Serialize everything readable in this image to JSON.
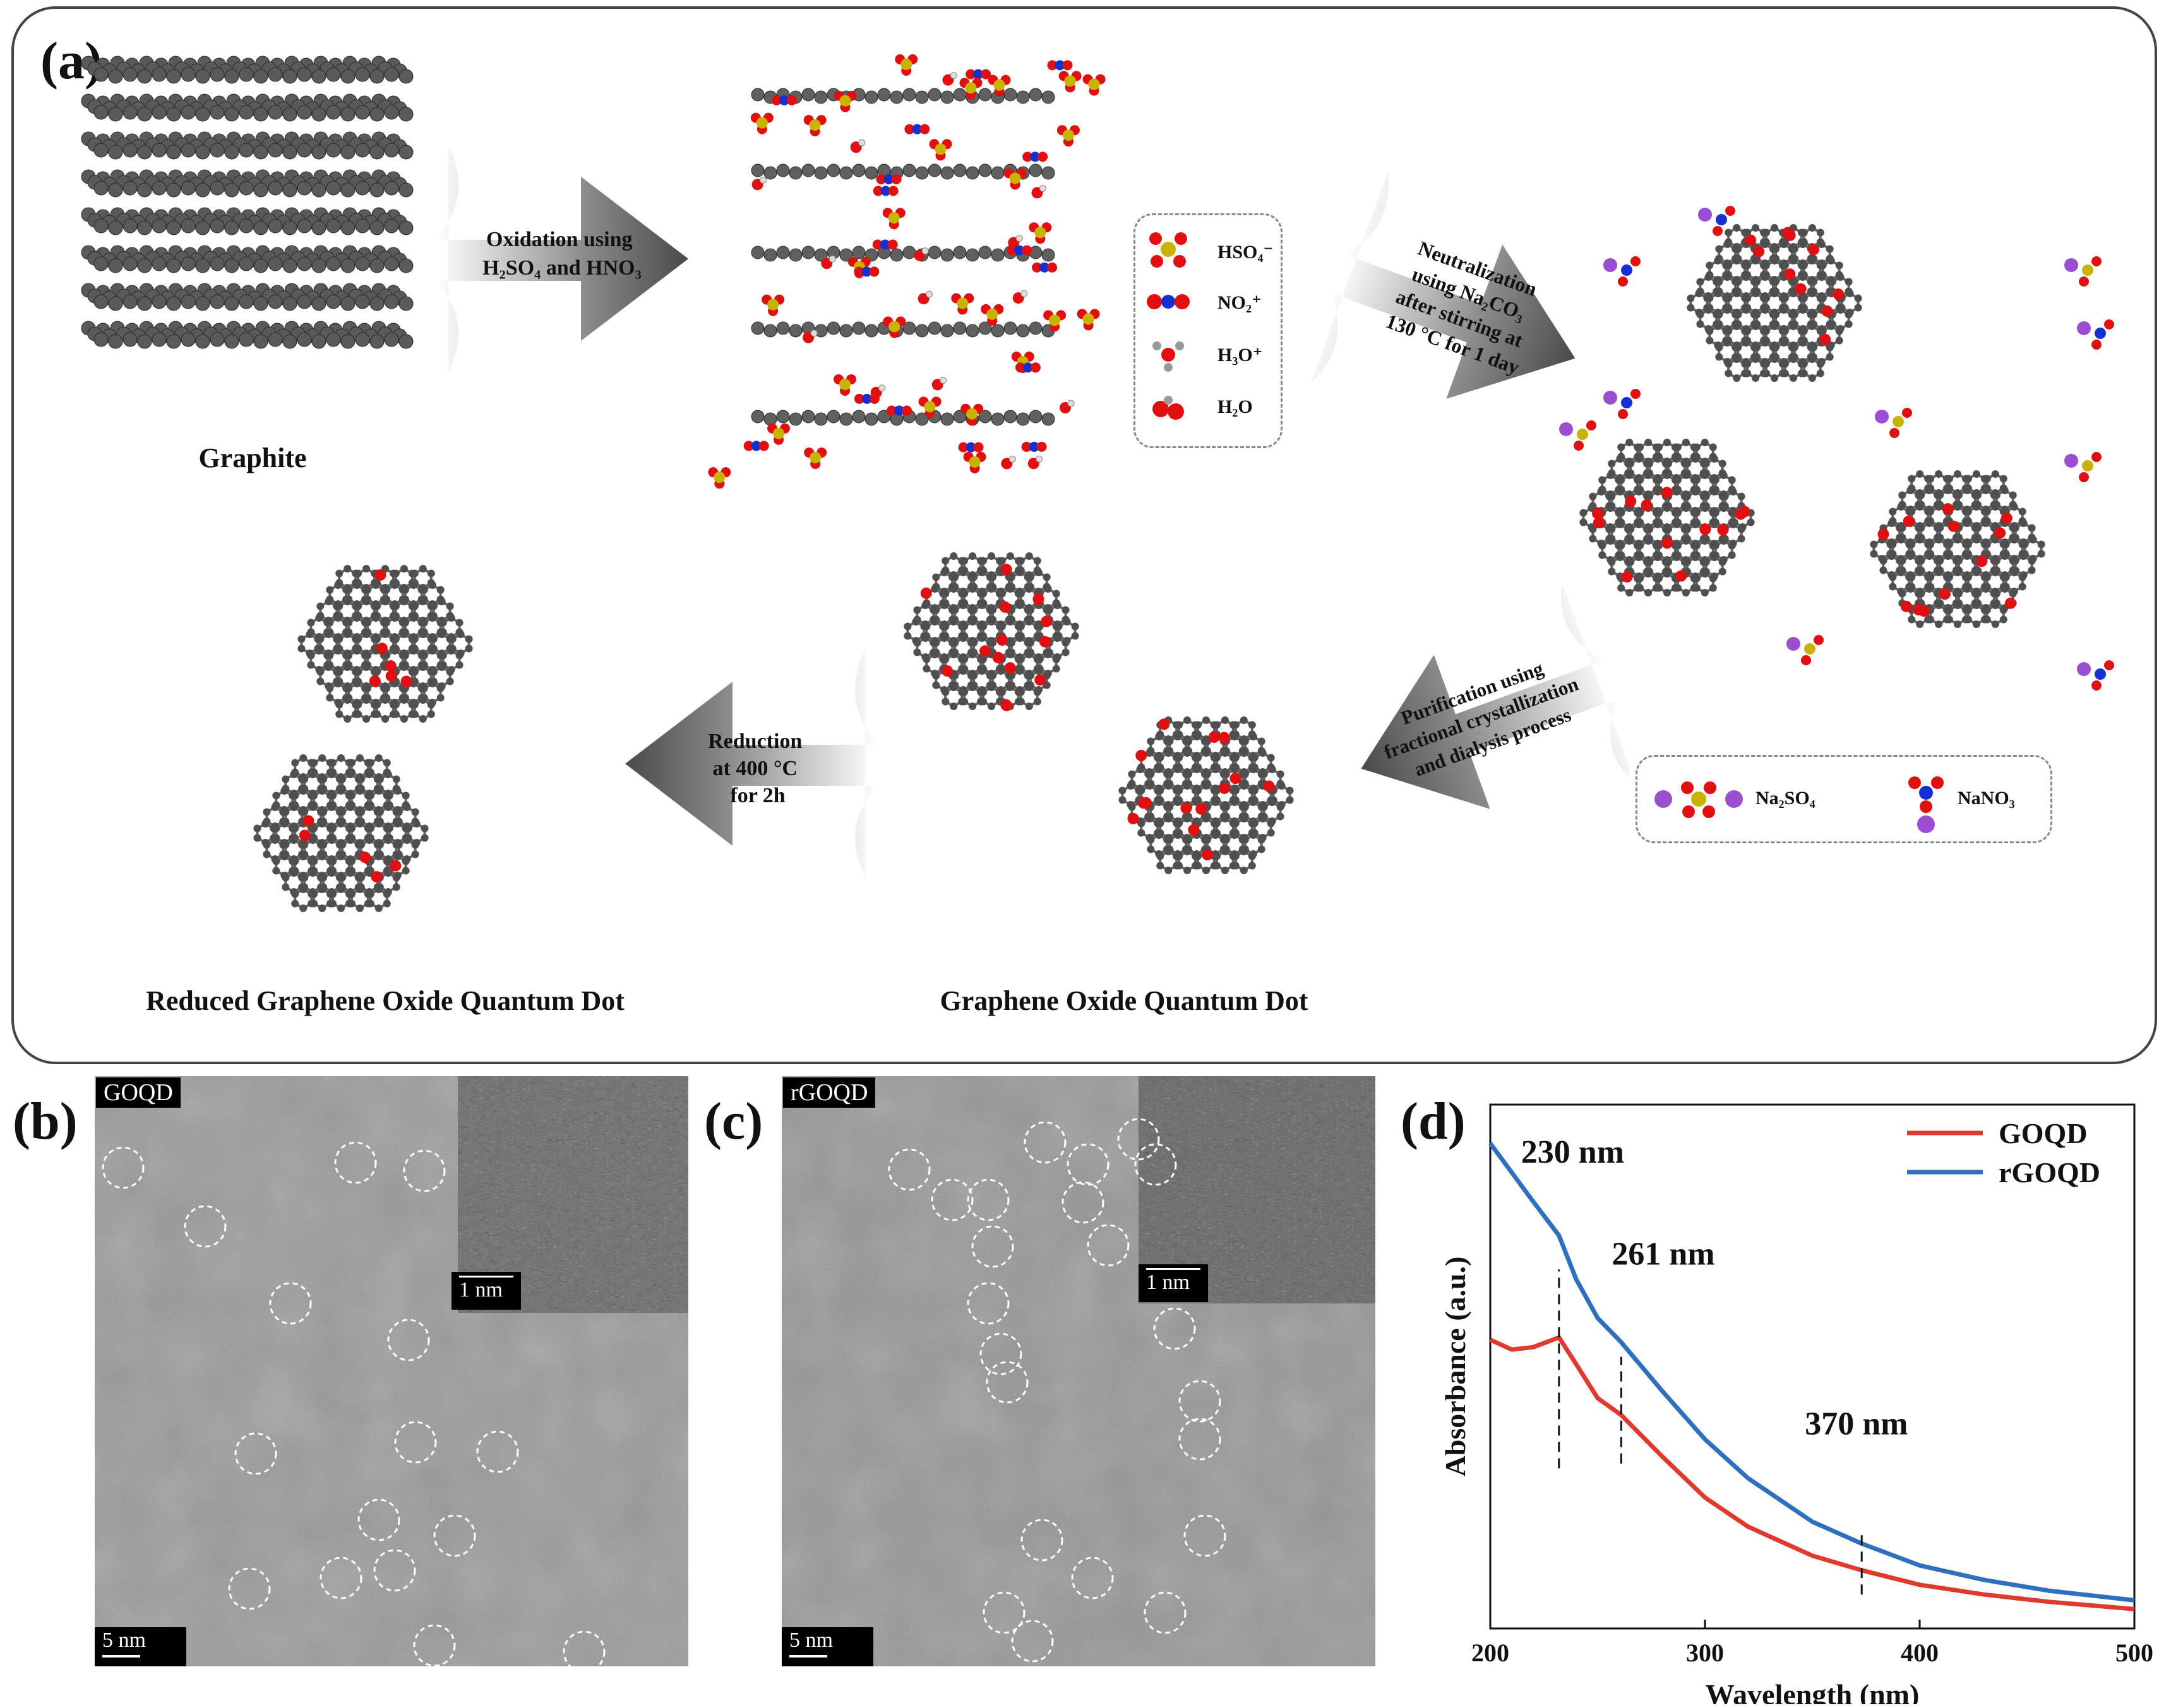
{
  "panel_a": {
    "label": "(a)",
    "captions": {
      "graphite": "Graphite",
      "goqd": "Graphene Oxide Quantum Dot",
      "rgoqd": "Reduced Graphene Oxide Quantum Dot"
    },
    "arrows": {
      "oxidation": [
        "Oxidation using",
        "H₂SO₄ and HNO₃"
      ],
      "neutralization": [
        "Neutralization",
        "using Na₂CO₃",
        "after stirring  at",
        "130 °C for 1 day"
      ],
      "purification": [
        "Purification using",
        "fractional crystallization",
        "and dialysis process"
      ],
      "reduction": [
        "Reduction",
        "at 400 °C",
        "for 2h"
      ]
    },
    "legend_ions": [
      "HSO₄⁻",
      "NO₂⁺",
      "H₃O⁺",
      "H₂O"
    ],
    "legend_salts": [
      "Na₂SO₄",
      "NaNO₃"
    ],
    "colors": {
      "carbon": "#555555",
      "oxygen": "#e01010",
      "hydrogen": "#e8e8e8",
      "sulfur": "#c8b400",
      "nitrogen": "#1530d0",
      "sodium": "#9b4fd0"
    }
  },
  "panel_b": {
    "label": "(b)",
    "tag": "GOQD",
    "inset_scale": "1 nm",
    "scale": "5 nm"
  },
  "panel_c": {
    "label": "(c)",
    "tag": "rGOQD",
    "inset_scale": "1 nm",
    "scale": "5 nm"
  },
  "panel_d": {
    "label": "(d)"
  },
  "chart_data": {
    "type": "line",
    "xlabel": "Wavelength (nm)",
    "ylabel": "Absorbance (a.u.)",
    "xlim": [
      200,
      500
    ],
    "x_ticks": [
      200,
      300,
      400,
      500
    ],
    "y_ticks_shown": false,
    "legend_position": "top-right",
    "annotations": [
      {
        "text": "230 nm",
        "x": 232
      },
      {
        "text": "261 nm",
        "x": 261
      },
      {
        "text": "370 nm",
        "x": 373
      }
    ],
    "series": [
      {
        "name": "GOQD",
        "color": "#e03a2e",
        "x": [
          200,
          210,
          220,
          232,
          240,
          250,
          261,
          280,
          300,
          320,
          350,
          373,
          400,
          430,
          460,
          500
        ],
        "y": [
          0.595,
          0.575,
          0.58,
          0.6,
          0.545,
          0.475,
          0.44,
          0.355,
          0.27,
          0.21,
          0.15,
          0.12,
          0.09,
          0.07,
          0.055,
          0.04
        ]
      },
      {
        "name": "rGOQD",
        "color": "#2e6fbe",
        "x": [
          200,
          210,
          220,
          232,
          240,
          250,
          261,
          280,
          300,
          320,
          350,
          373,
          400,
          430,
          460,
          500
        ],
        "y": [
          1.0,
          0.94,
          0.88,
          0.81,
          0.72,
          0.64,
          0.59,
          0.49,
          0.39,
          0.31,
          0.22,
          0.175,
          0.13,
          0.1,
          0.078,
          0.058
        ]
      }
    ]
  }
}
